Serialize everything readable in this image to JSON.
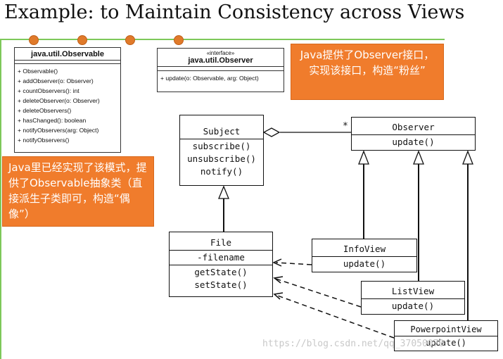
{
  "title": "Example: to Maintain Consistency across Views",
  "accent_color": "#f07c2c",
  "divider_color": "#7ec85a",
  "observable_class": {
    "name": "java.util.Observable",
    "methods": [
      "+ Observable()",
      "+ addObserver(o: Observer)",
      "+ countObservers(): int",
      "+ deleteObserver(o: Observer)",
      "+ deleteObservers()",
      "+ hasChanged(): boolean",
      "+ notifyObservers(arg: Object)",
      "+ notifyObservers()"
    ]
  },
  "observer_interface": {
    "stereotype": "«interface»",
    "name": "java.util.Observer",
    "methods": [
      "+ update(o: Observable, arg: Object)"
    ]
  },
  "note_observer": "Java提供了Observer接口，实现该接口，构造“粉丝”",
  "note_observable": "Java里已经实现了该模式，提供了Observable抽象类（直接派生子类即可，构造“偶像”）",
  "subject": {
    "name": "Subject",
    "methods": [
      "subscribe()",
      "unsubscribe()",
      "notify()"
    ]
  },
  "observer": {
    "name": "Observer",
    "methods": [
      "update()"
    ],
    "multiplicity": "*"
  },
  "file": {
    "name": "File",
    "attributes": [
      "-filename"
    ],
    "methods": [
      "getState()",
      "setState()"
    ]
  },
  "infoview": {
    "name": "InfoView",
    "methods": [
      "update()"
    ]
  },
  "listview": {
    "name": "ListView",
    "methods": [
      "update()"
    ]
  },
  "powerpointview": {
    "name": "PowerpointView",
    "methods": [
      "update()"
    ]
  },
  "watermark": "https://blog.csdn.net/qq_37050070"
}
